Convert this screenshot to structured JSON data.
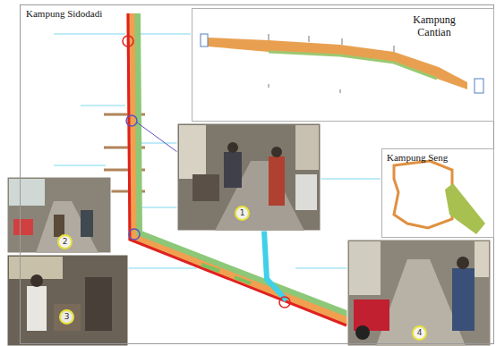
{
  "diagram": {
    "nodes": [
      {
        "text": [
          "Kampung Sidodadi"
        ]
      },
      {
        "text": [
          "Kampung Cantian"
        ],
        "in": 0
      },
      {
        "text": [
          "Kampung Seng"
        ],
        "in": 0
      }
    ],
    "labels": [
      "1",
      "2",
      "3",
      "4"
    ]
  }
}
